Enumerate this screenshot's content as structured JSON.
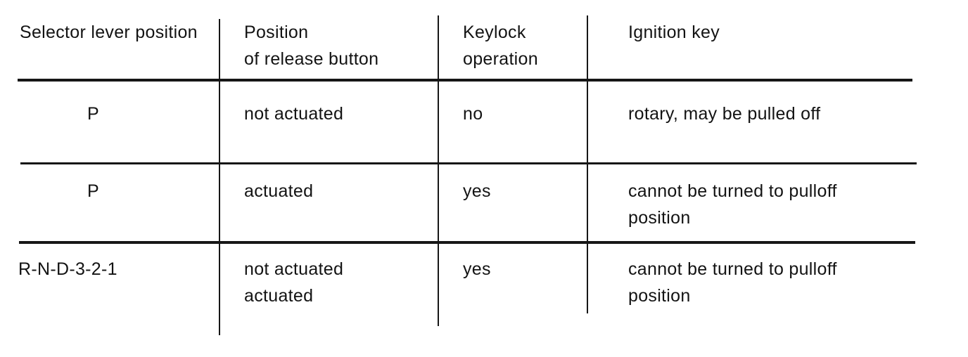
{
  "page": {
    "background_color": "#ffffff",
    "ink_color": "#161616",
    "description": "Scanned owner's manual table describing shiftlock / keylock behavior"
  },
  "table": {
    "headers": [
      "Selector lever position",
      "Position\nof release button",
      "Keylock\noperation",
      "Ignition key"
    ],
    "rows": [
      {
        "selector_lever_position": "P",
        "release_button_position": "not actuated",
        "keylock_operation": "no",
        "ignition_key": "rotary, may be pulled off"
      },
      {
        "selector_lever_position": "P",
        "release_button_position": "actuated",
        "keylock_operation": "yes",
        "ignition_key": "cannot be turned to pulloff\nposition"
      },
      {
        "selector_lever_position": "R-N-D-3-2-1",
        "release_button_position": "not actuated\nactuated",
        "keylock_operation": "yes",
        "ignition_key": "cannot be turned to pulloff\nposition"
      }
    ]
  }
}
